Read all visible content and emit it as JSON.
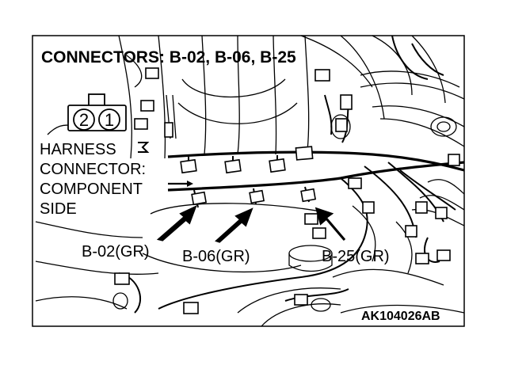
{
  "title": "CONNECTORS: B-02, B-06, B-25",
  "harness_side_label": [
    "HARNESS",
    "CONNECTOR:",
    "COMPONENT",
    "SIDE"
  ],
  "connector_pins": [
    "2",
    "1"
  ],
  "callouts": [
    {
      "id": "b02",
      "label": "B-02(GR)"
    },
    {
      "id": "b06",
      "label": "B-06(GR)"
    },
    {
      "id": "b25",
      "label": "B-25(GR)"
    }
  ],
  "figure_code": "AK104026AB"
}
